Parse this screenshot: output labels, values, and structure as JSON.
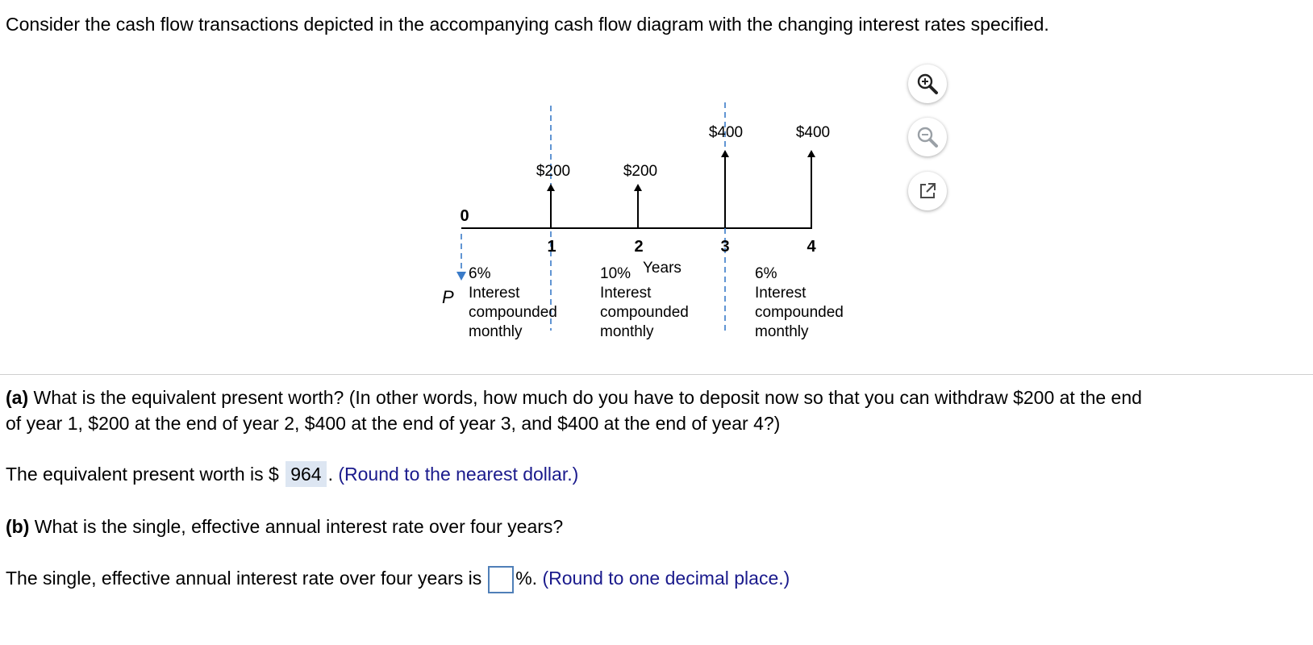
{
  "intro": "Consider the cash flow transactions depicted in the accompanying cash flow diagram with the changing interest rates specified.",
  "diagram": {
    "zero_label": "0",
    "present_label": "P",
    "axis_label": "Years",
    "periods": [
      "1",
      "2",
      "3",
      "4"
    ],
    "cash_flows": [
      "$200",
      "$200",
      "$400",
      "$400"
    ],
    "rates": [
      {
        "rate": "6%",
        "line1": "Interest",
        "line2": "compounded",
        "line3": "monthly"
      },
      {
        "rate": "10%",
        "line1": "Interest",
        "line2": "compounded",
        "line3": "monthly"
      },
      {
        "rate": "6%",
        "line1": "Interest",
        "line2": "compounded",
        "line3": "monthly"
      }
    ]
  },
  "zoom_tools": [
    "zoom-in-icon",
    "zoom-out-icon",
    "popout-icon"
  ],
  "part_a": {
    "label": "(a)",
    "question_line1": "What is the equivalent present worth? (In other words, how much do you have to deposit now so that you can withdraw $200 at the end",
    "question_line2": "of year 1, $200 at the end of year 2, $400 at the end of year 3, and $400 at the end of year 4?)",
    "answer_prefix": "The equivalent present worth is $",
    "answer_value": "964",
    "answer_suffix": ".",
    "hint": "(Round to the nearest dollar.)"
  },
  "part_b": {
    "label": "(b)",
    "question": "What is the single, effective annual interest rate over four years?",
    "answer_prefix": "The single, effective annual interest rate over four years is",
    "answer_value": "",
    "answer_suffix": "%.",
    "hint": "(Round to one decimal place.)"
  },
  "colors": {
    "accent": "#3a7bc8",
    "hint": "#1a1a8c",
    "answer_bg": "#dde6f2"
  }
}
